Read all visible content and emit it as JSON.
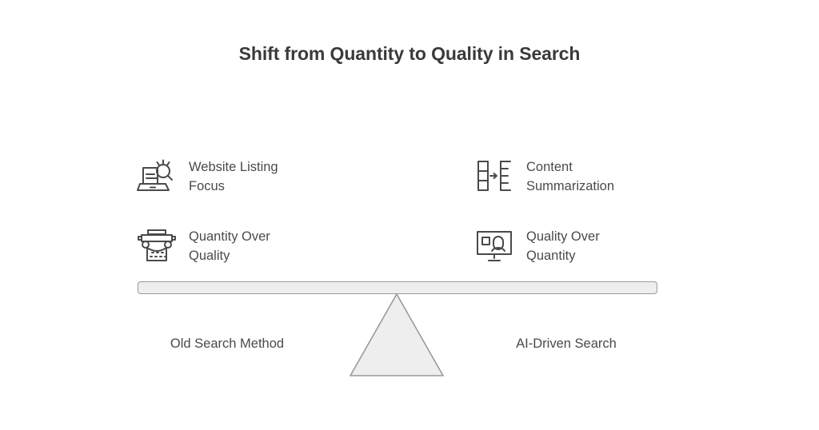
{
  "header": {
    "title": "Shift from Quantity to Quality in Search"
  },
  "colors": {
    "background": "#ffffff",
    "title_text": "#3a3a3a",
    "body_text": "#4a4a4a",
    "icon_stroke": "#4a4a4a",
    "beam_fill": "#eeeeee",
    "beam_border": "#9a9a9a",
    "fulcrum_fill": "#eeeeee",
    "fulcrum_border": "#9a9a9a"
  },
  "left_side": {
    "base_label": "Old Search Method",
    "features": [
      {
        "icon": "laptop-search-icon",
        "label": "Website Listing\nFocus",
        "line1": "Website Listing",
        "line2": "Focus"
      },
      {
        "icon": "typewriter-icon",
        "label": "Quantity Over\nQuality",
        "line1": "Quantity Over",
        "line2": "Quality"
      }
    ]
  },
  "right_side": {
    "base_label": "AI-Driven Search",
    "features": [
      {
        "icon": "document-summarize-arrow-icon",
        "label": "Content\nSummarization",
        "line1": "Content",
        "line2": "Summarization"
      },
      {
        "icon": "monitor-person-icon",
        "label": "Quality Over\nQuantity",
        "line1": "Quality Over",
        "line2": "Quantity"
      }
    ]
  },
  "balance": {
    "beam_name": "balance-beam",
    "fulcrum_name": "balance-fulcrum"
  }
}
